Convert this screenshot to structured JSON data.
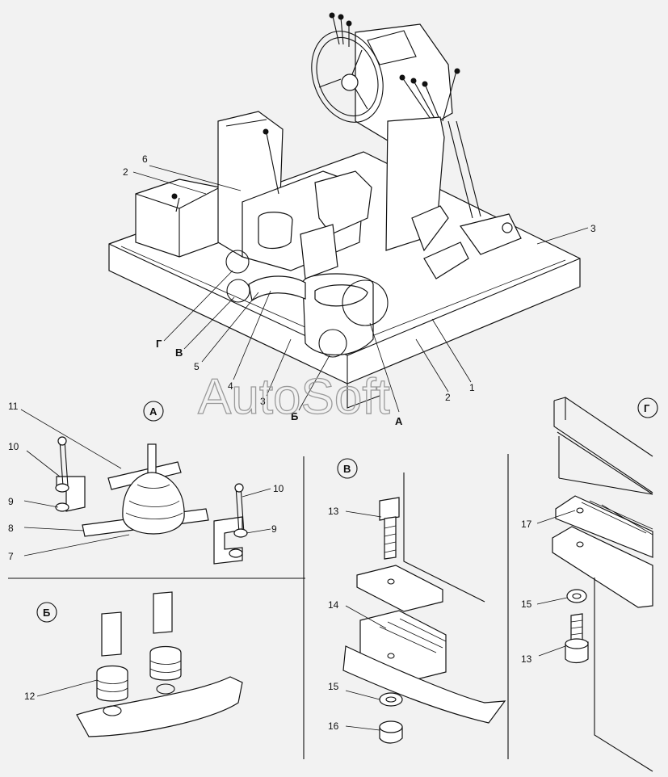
{
  "watermark": "AutoSoft",
  "colors": {
    "background": "#f2f2f2",
    "ink": "#111111",
    "watermark": "#9a9a9a"
  },
  "main_view": {
    "callouts": [
      "6",
      "2",
      "3",
      "Г",
      "В",
      "5",
      "4",
      "3",
      "Б",
      "А",
      "2",
      "1"
    ]
  },
  "view_a": {
    "title": "А",
    "callouts": [
      "11",
      "10",
      "9",
      "8",
      "7",
      "10",
      "9"
    ]
  },
  "view_b": {
    "title": "Б",
    "callouts": [
      "12"
    ]
  },
  "view_v": {
    "title": "В",
    "callouts": [
      "13",
      "14",
      "15",
      "16"
    ]
  },
  "view_g": {
    "title": "Г",
    "callouts": [
      "17",
      "15",
      "13"
    ]
  }
}
